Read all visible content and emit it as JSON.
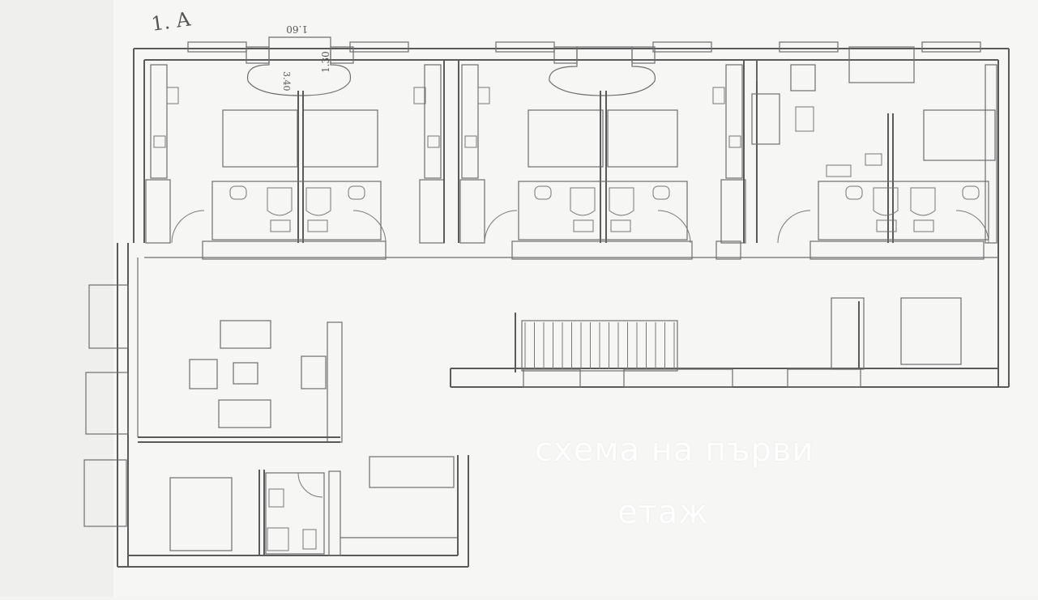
{
  "caption": {
    "line1": "схема на първи",
    "line2": "етаж"
  },
  "annotations": {
    "corner_mark": "1. А",
    "dim_width": "1.60",
    "dim_depth": "1.30",
    "dim_oriel": "3.40"
  },
  "colors": {
    "paper": "#f4f4f2",
    "ink": "#5a5a5a",
    "caption": "#ffffff"
  }
}
